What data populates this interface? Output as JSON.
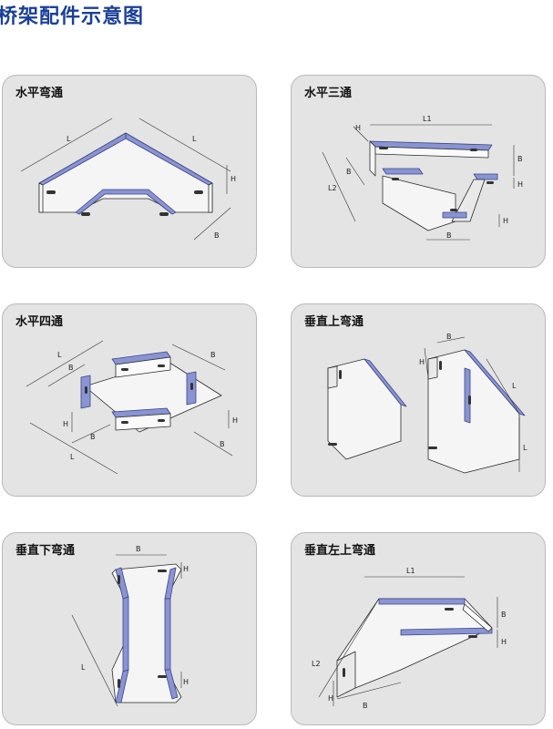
{
  "page": {
    "title": "桥架配件示意图"
  },
  "colors": {
    "title": "#1a3f9a",
    "panel_bg": "#e4e4e4",
    "panel_border": "#b9b9b9",
    "accent_blue": "#8a94d2"
  },
  "panels": [
    {
      "label": "水平弯通",
      "dims": [
        "L",
        "L",
        "H",
        "B"
      ]
    },
    {
      "label": "水平三通",
      "dims": [
        "L1",
        "H",
        "B",
        "L2",
        "B",
        "H",
        "H",
        "B"
      ]
    },
    {
      "label": "水平四通",
      "dims": [
        "L",
        "B",
        "B",
        "H",
        "B",
        "L",
        "B",
        "H"
      ]
    },
    {
      "label": "垂直上弯通",
      "dims": [
        "B",
        "H",
        "L",
        "L"
      ]
    },
    {
      "label": "垂直下弯通",
      "dims": [
        "B",
        "H",
        "L",
        "H"
      ]
    },
    {
      "label": "垂直左上弯通",
      "dims": [
        "L1",
        "B",
        "H",
        "L2",
        "H",
        "B"
      ]
    }
  ]
}
